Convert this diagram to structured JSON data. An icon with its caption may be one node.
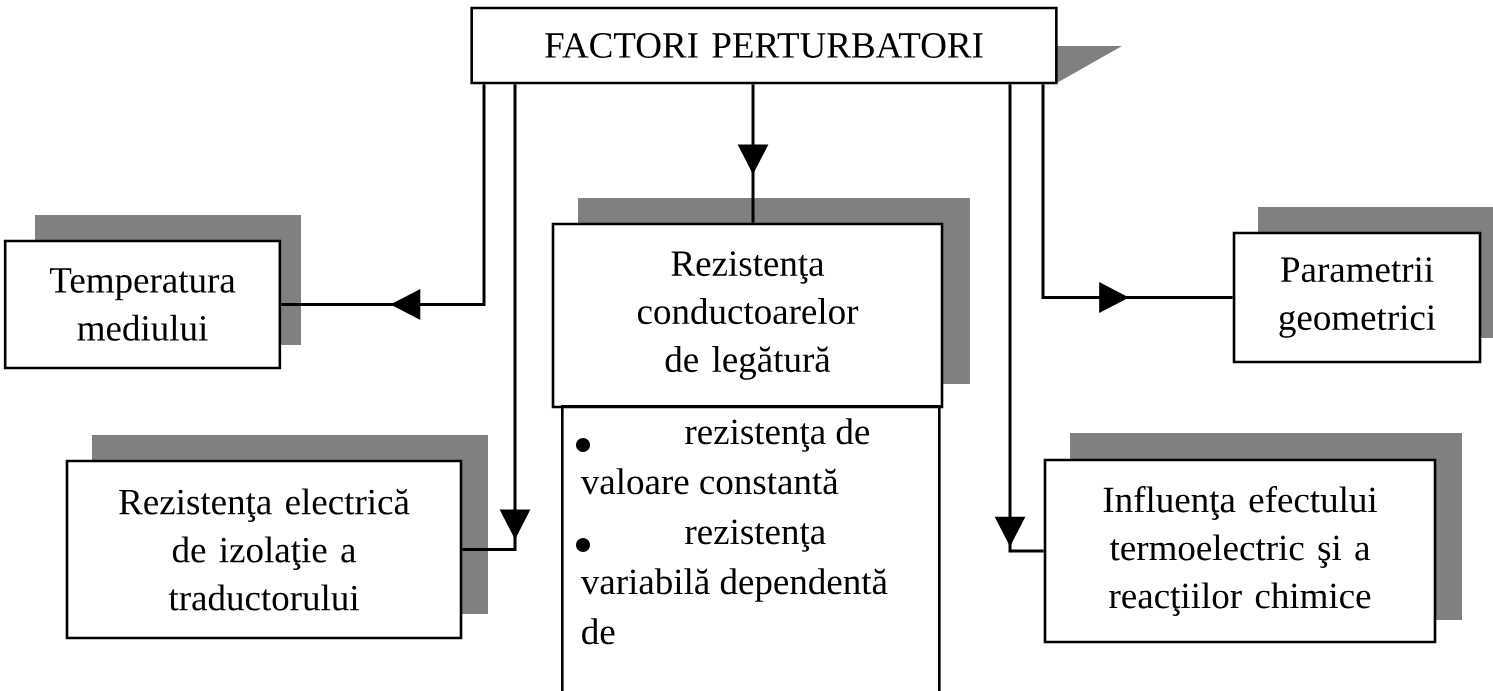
{
  "diagram": {
    "nodes": [
      {
        "text": [
          "FACTORI PERTURBATORI"
        ]
      },
      {
        "text": [
          "Temperatura mediului"
        ]
      },
      {
        "text": [
          "Rezistenţa conductoarelor de legătură"
        ]
      },
      {
        "text": [
          "rezistenţa de valoare constantă",
          "rezistenţa variabilă dependentă de"
        ]
      },
      {
        "text": [
          "Rezistenţa electrică de izolaţie a traductorului"
        ]
      },
      {
        "text": [
          "Parametrii geometrici"
        ]
      },
      {
        "text": [
          "Influenţa efectului termoelectric şi a reacţiilor chimice"
        ]
      }
    ],
    "edges": [
      {
        "from": 0,
        "to": 1,
        "arrow": "to"
      },
      {
        "from": 0,
        "to": 4,
        "arrow": "to"
      },
      {
        "from": 0,
        "to": 2,
        "arrow": "to"
      },
      {
        "from": 0,
        "to": 6,
        "arrow": "to"
      },
      {
        "from": 0,
        "to": 5,
        "arrow": "to"
      }
    ]
  }
}
